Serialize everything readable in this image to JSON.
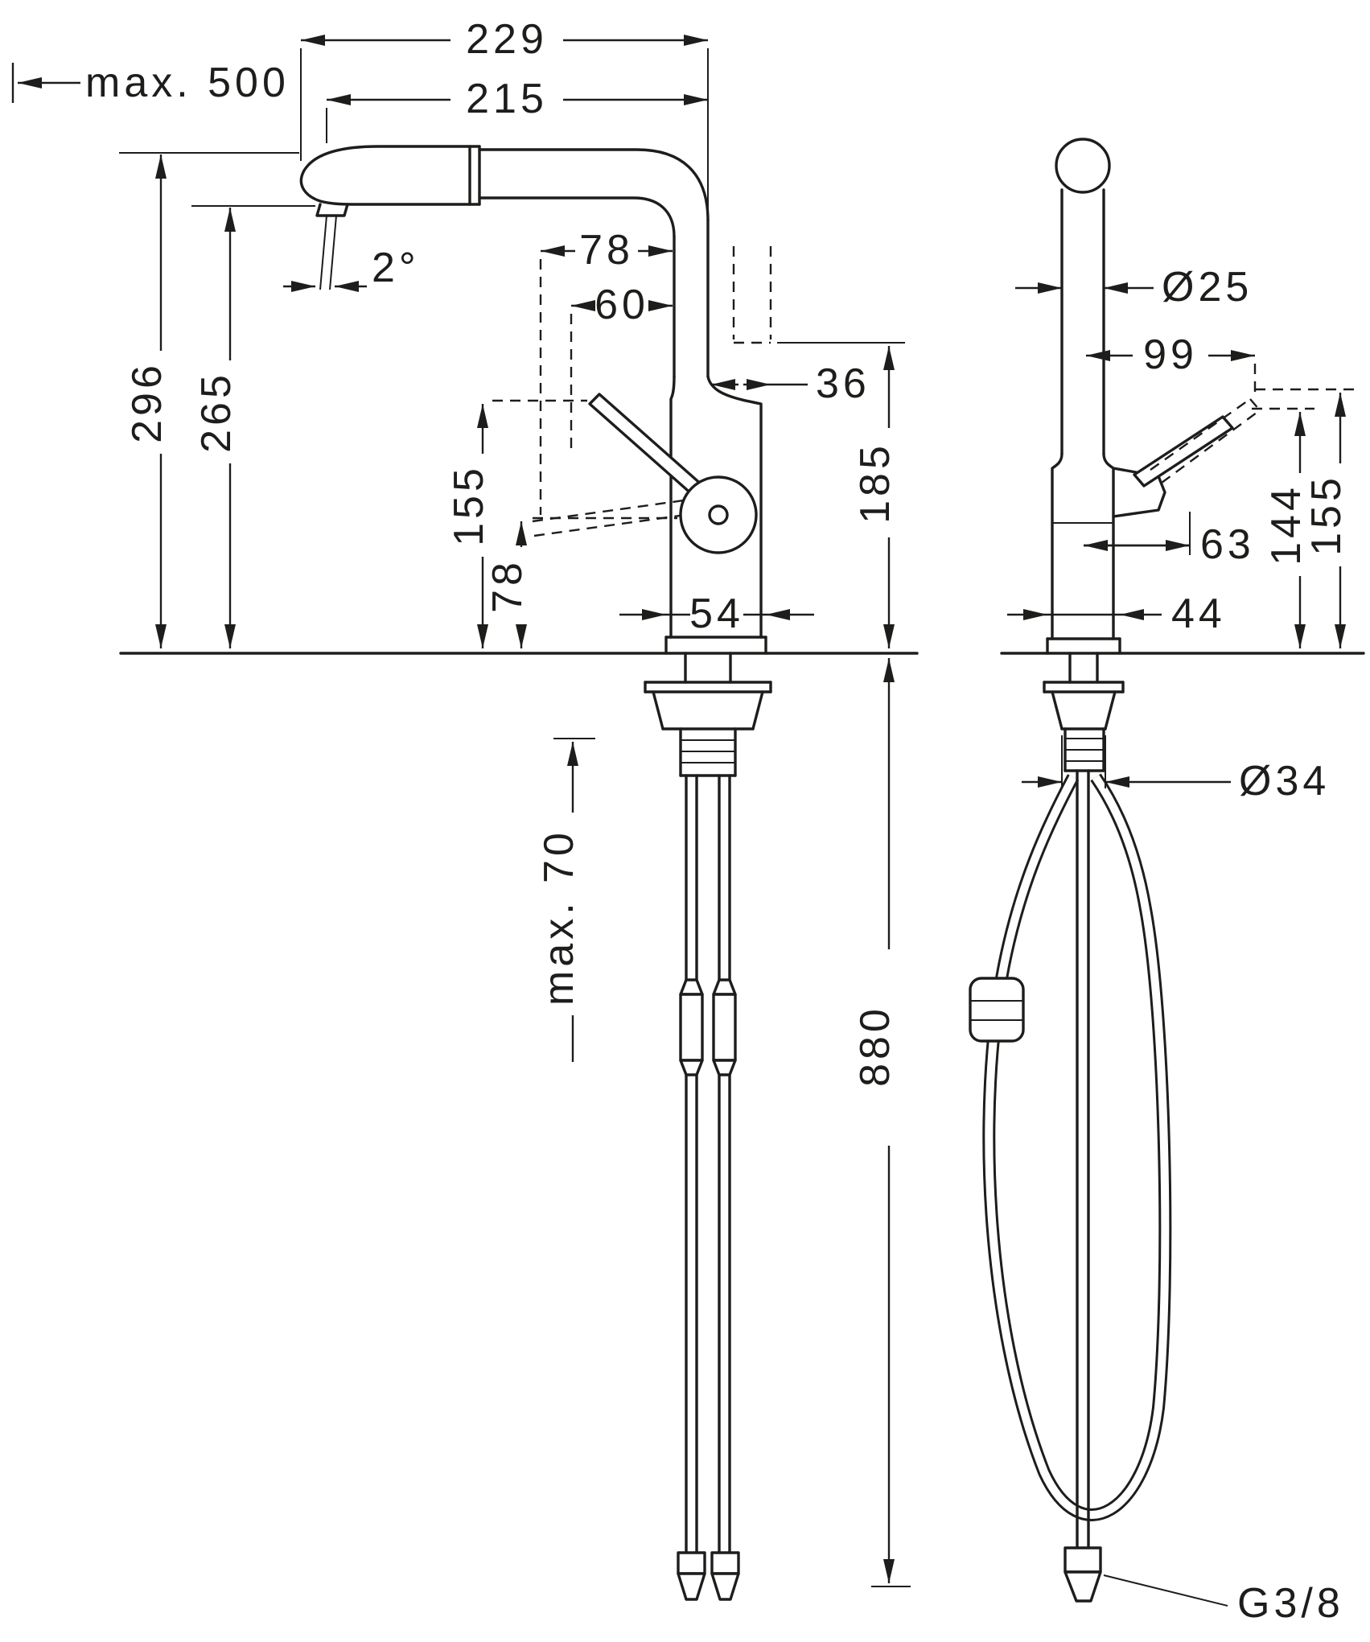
{
  "style": {
    "ink": "#1d1d1b",
    "background": "#ffffff"
  },
  "front": {
    "d229": "229",
    "d215": "215",
    "max500": "max. 500",
    "d296": "296",
    "d265": "265",
    "angle": "2°",
    "d78_top": "78",
    "d60": "60",
    "d36": "36",
    "d155": "155",
    "d78_side": "78",
    "d185": "185",
    "d54": "54",
    "max70": "max. 70",
    "d880": "880"
  },
  "side": {
    "d25": "Ø25",
    "d99": "99",
    "d144": "144",
    "d155": "155",
    "d63": "63",
    "d44": "44",
    "d34": "Ø34",
    "g38": "G3/8"
  }
}
